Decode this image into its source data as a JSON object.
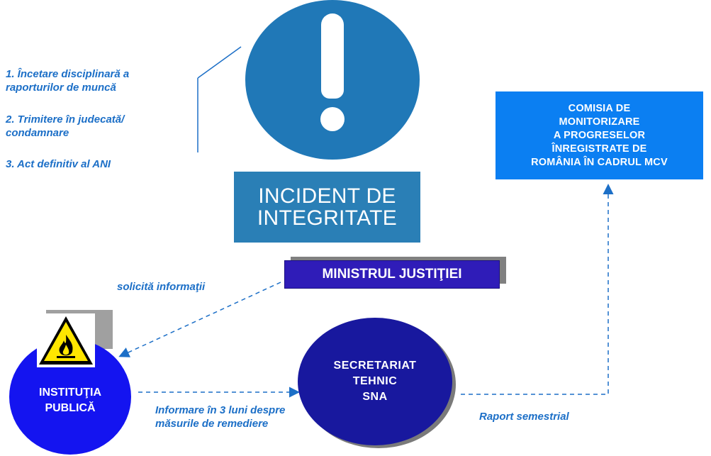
{
  "criteria": {
    "item1": "1. Încetare disciplinară a raporturilor de muncă",
    "item2": "2. Trimitere în judecată/ condamnare",
    "item3": "3. Act definitiv al ANI"
  },
  "incident": {
    "line1": "INCIDENT DE",
    "line2": "INTEGRITATE"
  },
  "ministry": {
    "label": "MINISTRUL JUSTIŢIEI"
  },
  "commission": {
    "lines": [
      "COMISIA DE",
      "MONITORIZARE",
      "A PROGRESELOR",
      "ÎNREGISTRATE DE",
      "ROMÂNIA ÎN CADRUL MCV"
    ]
  },
  "institution": {
    "line1": "INSTITUŢIA",
    "line2": "PUBLICĂ"
  },
  "secretariat": {
    "line1": "SECRETARIAT",
    "line2": "TEHNIC",
    "line3": "SNA"
  },
  "edges": {
    "request": "solicită informaţii",
    "inform": "Informare în 3 luni despre măsurile de remediere",
    "report": "Raport semestrial"
  },
  "colors": {
    "accent": "#1c6fc7",
    "circle_icon": "#2078b7",
    "ministry_box": "#2f1cb8",
    "commission_box": "#0b7ff2",
    "institution": "#1414f0",
    "secretariat": "#18189e"
  },
  "icons": [
    "exclamation-icon",
    "flammable-warning-icon"
  ]
}
